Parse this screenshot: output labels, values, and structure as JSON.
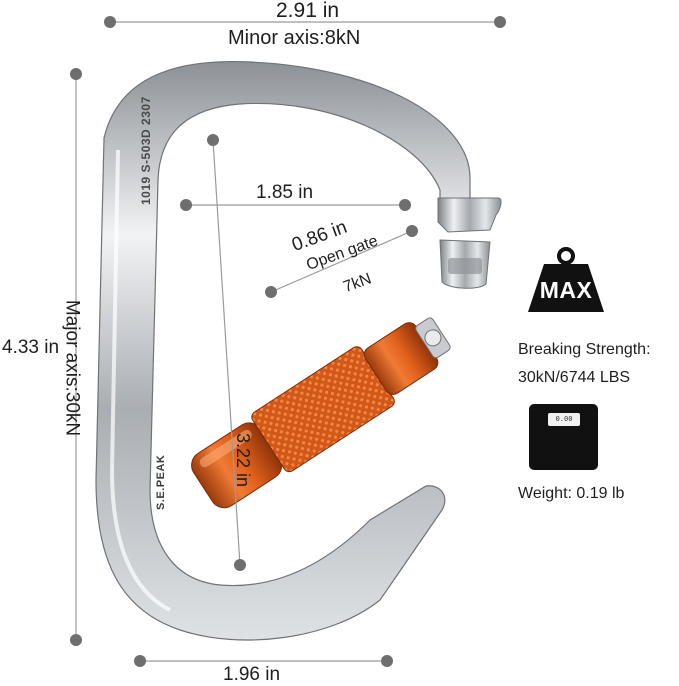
{
  "dimensions": {
    "overall_width": "2.91 in",
    "minor_axis": "Minor axis:8kN",
    "inner_width": "1.85 in",
    "gate_opening": "0.86 in",
    "gate_label": "Open gate",
    "gate_strength": "7kN",
    "overall_height": "4.33 in",
    "major_axis": "Major axis:30kN",
    "inner_height": "3.22 in",
    "bottom_width": "1.96 in"
  },
  "specs": {
    "max_badge": "MAX",
    "breaking_label": "Breaking Strength:",
    "breaking_value": "30kN/6744 LBS",
    "scale_display": "0.00",
    "weight": "Weight: 0.19 lb"
  },
  "engraving": {
    "model_line": "1019 S-503D 2307",
    "brand": "S.E.PEAK"
  },
  "colors": {
    "dimension_line": "#9a9a9a",
    "dot": "#6e6e6e",
    "gate_orange": "#e0601c",
    "metal": "#c8ccd0"
  }
}
